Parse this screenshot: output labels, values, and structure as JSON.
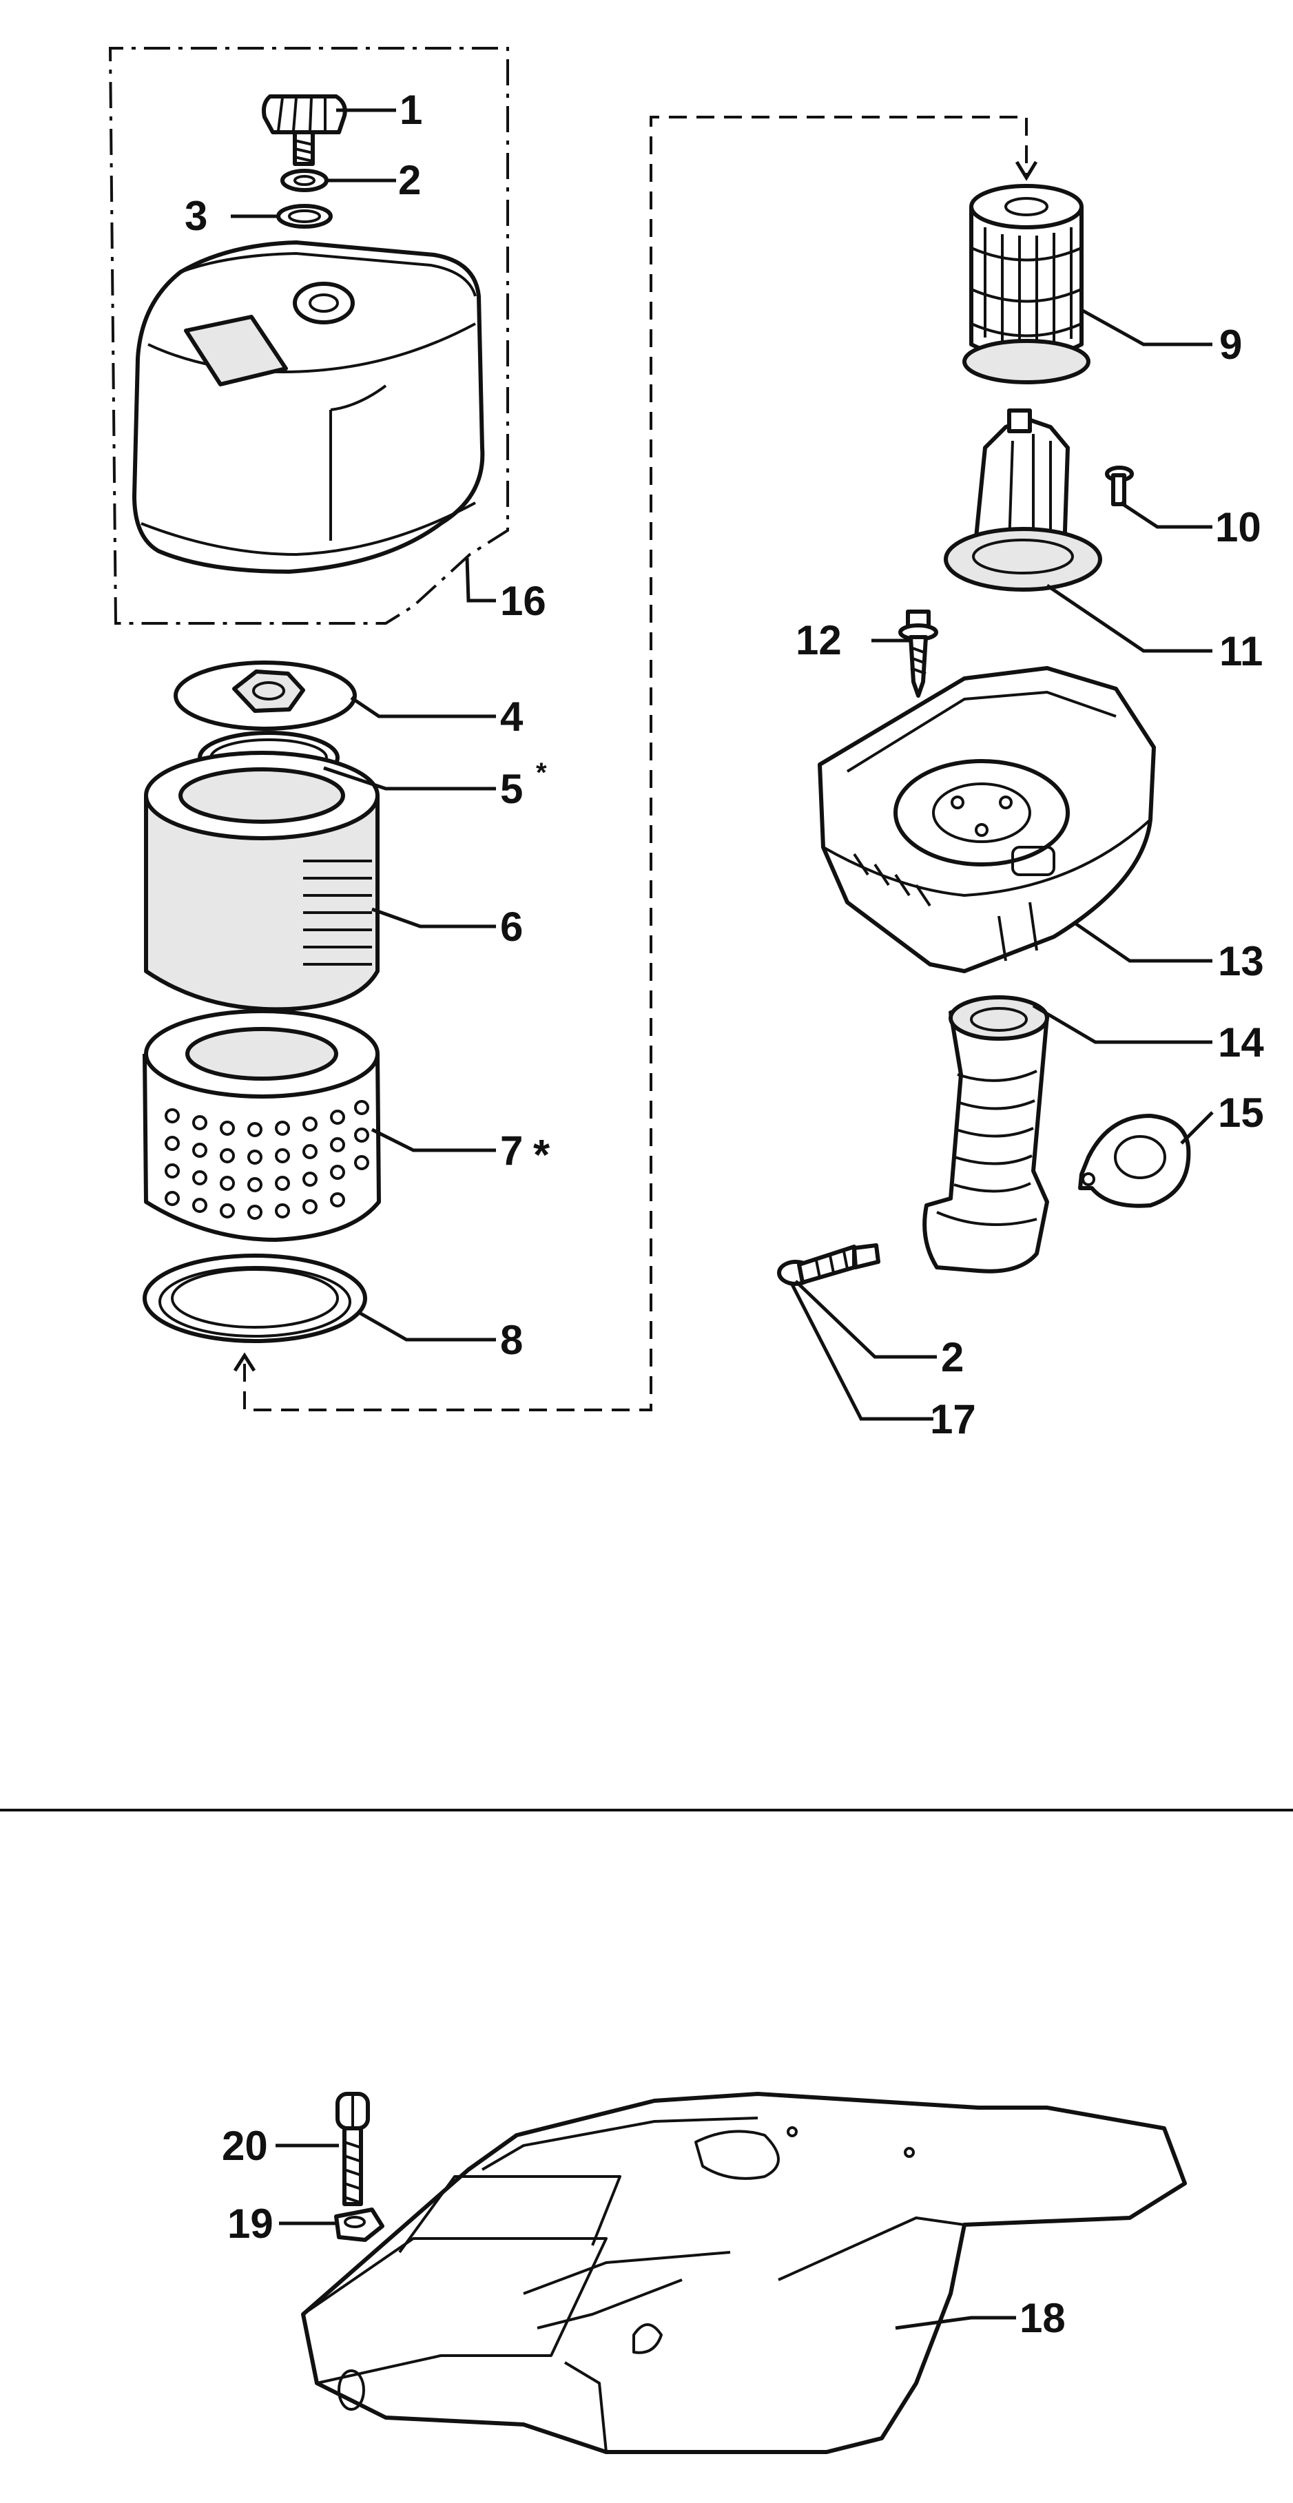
{
  "diagram": {
    "background": "#ffffff",
    "ink": "#111111",
    "callouts": [
      {
        "id": "1",
        "text": "1"
      },
      {
        "id": "2a",
        "text": "2"
      },
      {
        "id": "3",
        "text": "3"
      },
      {
        "id": "16",
        "text": "16"
      },
      {
        "id": "4",
        "text": "4"
      },
      {
        "id": "5",
        "text": "5",
        "star": "*"
      },
      {
        "id": "6",
        "text": "6"
      },
      {
        "id": "7",
        "text": "7",
        "star": "*"
      },
      {
        "id": "8",
        "text": "8"
      },
      {
        "id": "9",
        "text": "9"
      },
      {
        "id": "10",
        "text": "10"
      },
      {
        "id": "11",
        "text": "11"
      },
      {
        "id": "12",
        "text": "12"
      },
      {
        "id": "13",
        "text": "13"
      },
      {
        "id": "14",
        "text": "14"
      },
      {
        "id": "15",
        "text": "15"
      },
      {
        "id": "2b",
        "text": "2"
      },
      {
        "id": "17",
        "text": "17"
      },
      {
        "id": "20",
        "text": "20"
      },
      {
        "id": "19",
        "text": "19"
      },
      {
        "id": "18",
        "text": "18"
      }
    ]
  }
}
